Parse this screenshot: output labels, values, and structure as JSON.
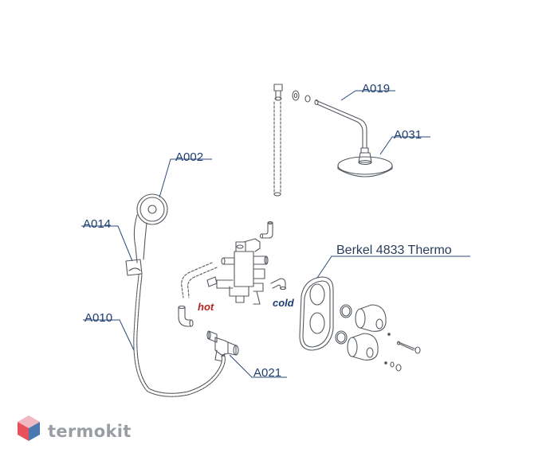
{
  "labels": {
    "a019": "A019",
    "a031": "A031",
    "a002": "A002",
    "a014": "A014",
    "a010": "A010",
    "a021": "A021",
    "model": "Berkel 4833 Thermo",
    "hot": "hot",
    "cold": "cold"
  },
  "watermark": {
    "text": "termokit",
    "colors": {
      "top": "#f0b9c0",
      "left": "#e8505b",
      "right": "#4a78b0"
    }
  },
  "colors": {
    "line": "#555a60",
    "leader": "#2a4a7a",
    "hot": "#b5231f",
    "cold": "#1e3c6e"
  }
}
